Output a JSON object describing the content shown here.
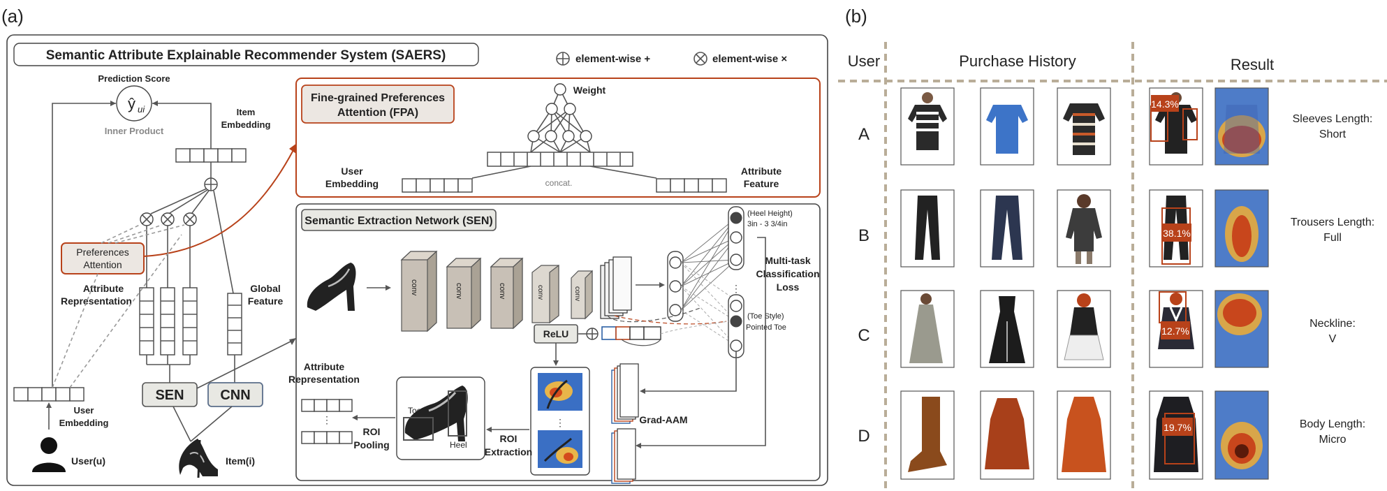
{
  "panel_a": {
    "label": "(a)",
    "title": "Semantic Attribute Explainable Recommender System (SAERS)",
    "legend": {
      "plus": "element-wise +",
      "times": "element-wise ×"
    },
    "prediction_score": "Prediction Score",
    "y_hat": "ŷ",
    "y_sub": "ui",
    "inner_product": "Inner Product",
    "item_embedding": [
      "Item",
      "Embedding"
    ],
    "preferences_attention": [
      "Preferences",
      "Attention"
    ],
    "attribute_representation": [
      "Attribute",
      "Representation"
    ],
    "global_feature": [
      "Global",
      "Feature"
    ],
    "user_embedding": [
      "User",
      "Embedding"
    ],
    "sen": "SEN",
    "cnn": "CNN",
    "user": "User(u)",
    "item": "Item(i)",
    "fpa_title": [
      "Fine-grained Preferences",
      "Attention (FPA)"
    ],
    "weight": "Weight",
    "fpa_user_embedding": [
      "User",
      "Embedding"
    ],
    "concat": "concat.",
    "attribute_feature": [
      "Attribute",
      "Feature"
    ],
    "sen_title": "Semantic Extraction Network (SEN)",
    "conv": "conv",
    "heel_height": [
      "(Heel Height)",
      "3in - 3 3/4in"
    ],
    "multitask": [
      "Multi-task",
      "Classification",
      "Loss"
    ],
    "toe_style": [
      "(Toe Style)",
      "Pointed Toe"
    ],
    "relu": "ReLU",
    "grad_aam": "Grad-AAM",
    "roi_extraction": [
      "ROI",
      "Extraction"
    ],
    "roi_pooling": [
      "ROI",
      "Pooling"
    ],
    "toe": "Toe",
    "heel": "Heel",
    "sen_attr_rep": [
      "Attribute",
      "Representation"
    ]
  },
  "panel_b": {
    "label": "(b)",
    "headers": {
      "user": "User",
      "history": "Purchase History",
      "result": "Result"
    },
    "rows": [
      {
        "user": "A",
        "score": "14.3%",
        "attribute": [
          "Sleeves Length:",
          "Short"
        ]
      },
      {
        "user": "B",
        "score": "38.1%",
        "attribute": [
          "Trousers Length:",
          "Full"
        ]
      },
      {
        "user": "C",
        "score": "12.7%",
        "attribute": [
          "Neckline:",
          "V"
        ]
      },
      {
        "user": "D",
        "score": "19.7%",
        "attribute": [
          "Body Length:",
          "Micro"
        ]
      }
    ]
  },
  "colors": {
    "accent_red": "#b8421a",
    "box_gray": "#e8e8e3",
    "separator": "#b9ad98"
  }
}
